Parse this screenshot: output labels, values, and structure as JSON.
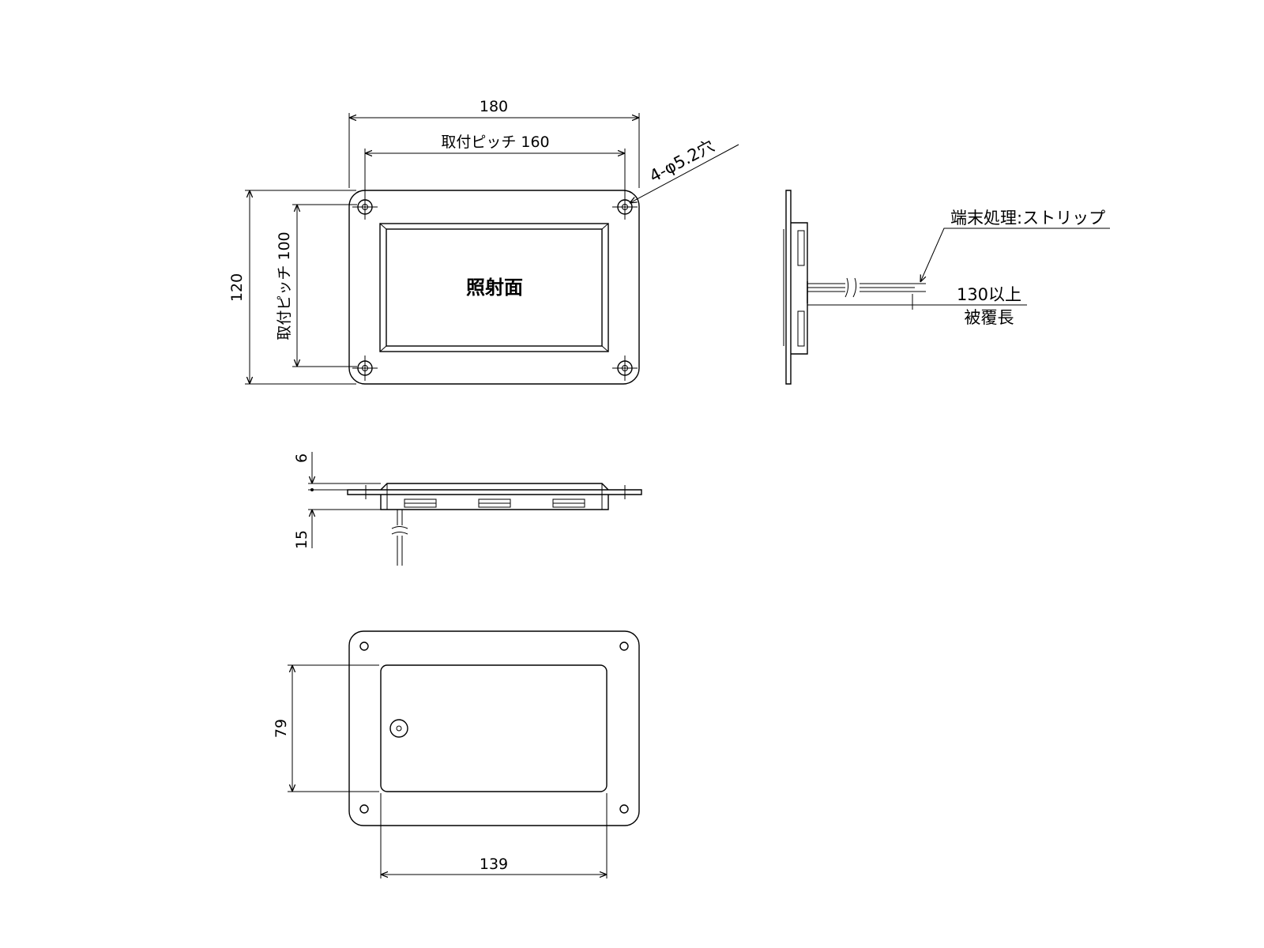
{
  "front_view": {
    "dim_width": "180",
    "dim_pitch_h": "取付ピッチ  160",
    "dim_height": "120",
    "dim_pitch_v": "取付ピッチ  100",
    "hole_note": "4-φ5.2穴",
    "face_label": "照射面"
  },
  "side_view": {
    "terminal_note": "端末処理:ストリップ",
    "length_note": "130以上",
    "length_note_2": "被覆長"
  },
  "bottom_section": {
    "dim_top": "6",
    "dim_bottom": "15"
  },
  "rear_view": {
    "dim_height": "79",
    "dim_width": "139"
  }
}
